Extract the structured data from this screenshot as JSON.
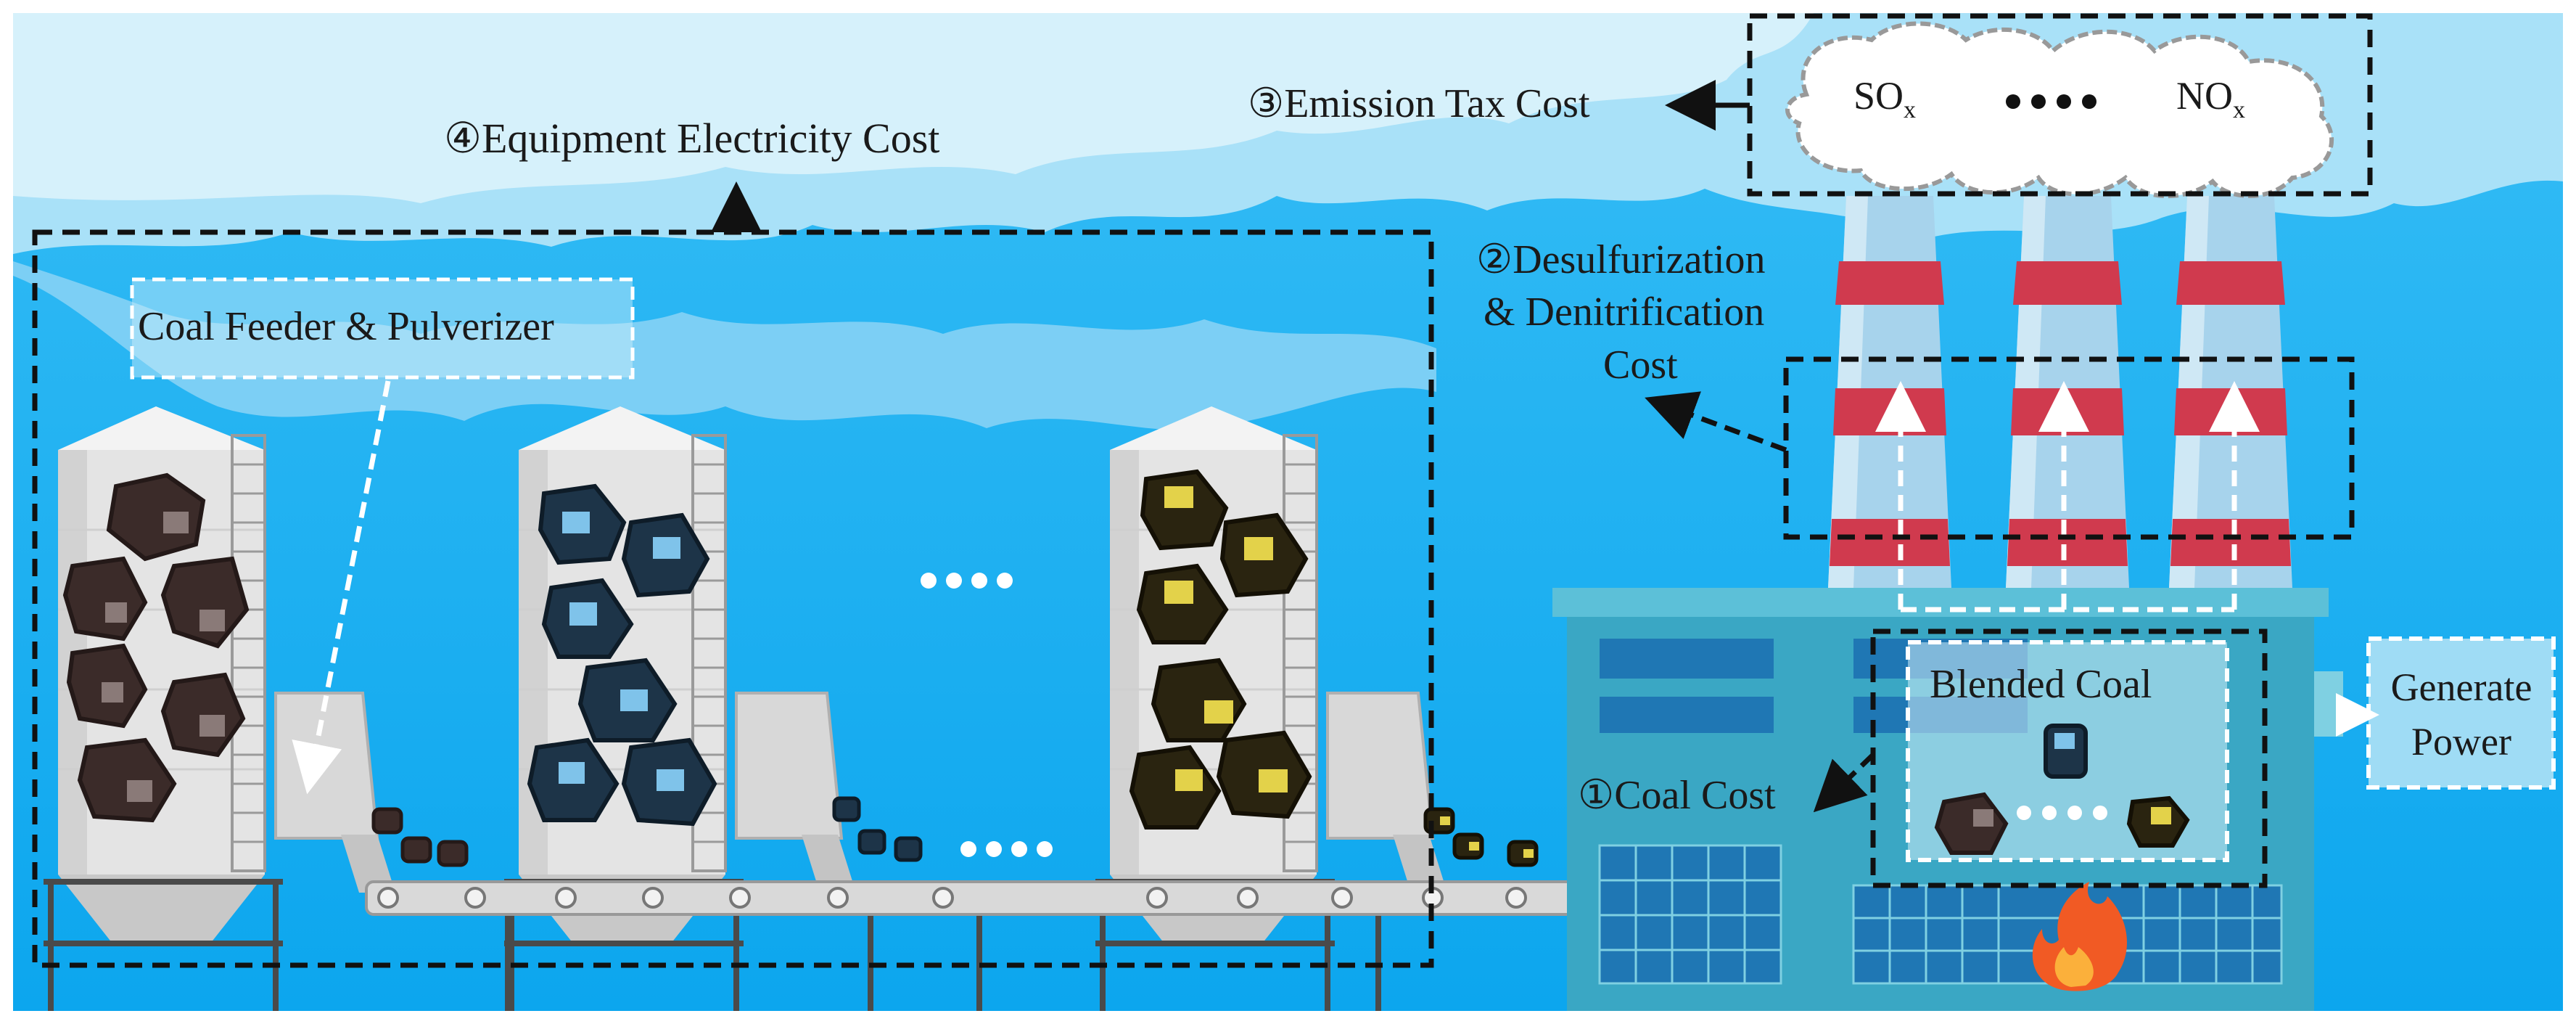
{
  "labels": {
    "equipment_cost": "④Equipment Electricity Cost",
    "emission_tax_cost": "③Emission Tax Cost",
    "desulfurization_line1": "②Desulfurization",
    "desulfurization_line2": "& Denitrification",
    "desulfurization_line3": "Cost",
    "coal_feeder": "Coal Feeder & Pulverizer",
    "blended_coal": "Blended Coal",
    "coal_cost": "①Coal Cost",
    "generate_power_line1": "Generate",
    "generate_power_line2": "Power",
    "sox_main": "SO",
    "sox_sub": "x",
    "nox_main": "NO",
    "nox_sub": "x"
  },
  "colors": {
    "sky": "#0aa8f0",
    "cloud_light": "#cfeefa",
    "cloud_mid": "#8fd6f6",
    "silo": "#e6e6e6",
    "factory": "#3aa7c4",
    "chimney_red": "#d03a4e",
    "chimney_blue": "#a7d3ec",
    "coal_brown": "#5a4a48",
    "coal_blue": "#6ab0d8",
    "coal_yellow": "#d8c84a"
  }
}
